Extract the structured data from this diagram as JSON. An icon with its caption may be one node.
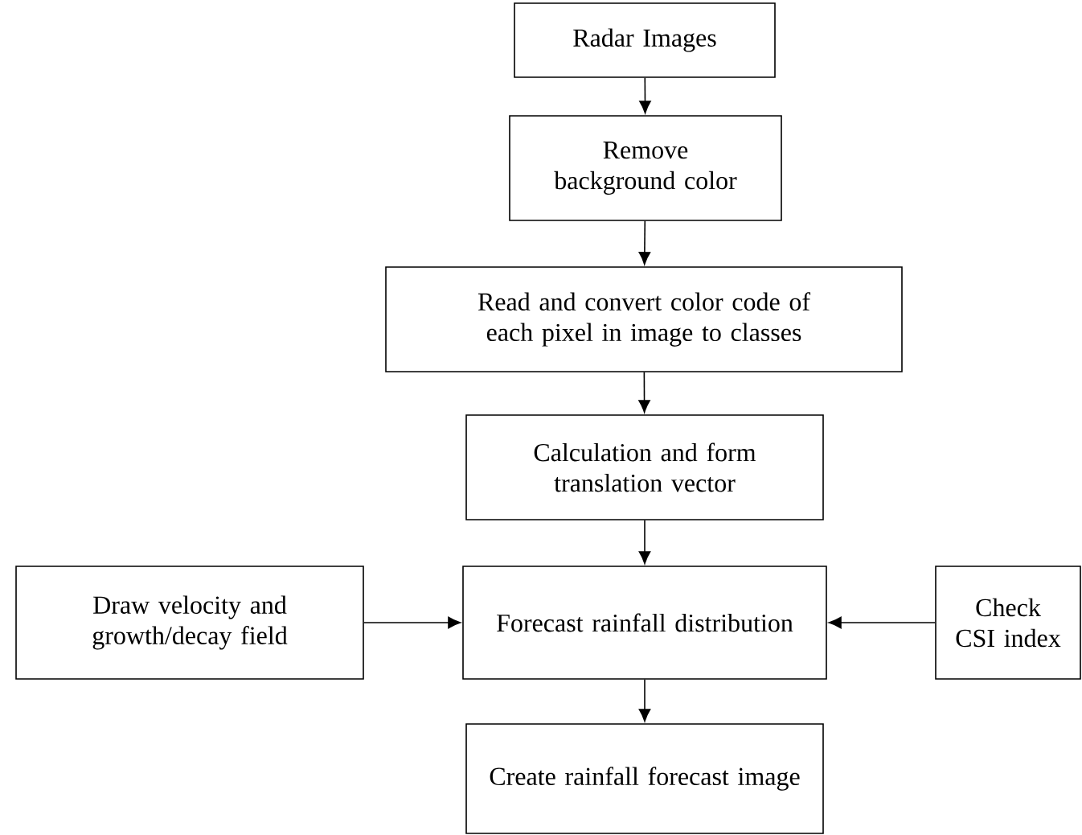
{
  "diagram": {
    "nodes": [
      {
        "text": [
          "Radar Images"
        ]
      },
      {
        "text": [
          "Remove background color"
        ]
      },
      {
        "text": [
          "Read and convert color code of each pixel in image to classes"
        ]
      },
      {
        "text": [
          "Calculation and form translation vector"
        ]
      },
      {
        "text": [
          "Forecast rainfall distribution"
        ]
      },
      {
        "text": [
          "Draw velocity and growth/decay field"
        ]
      },
      {
        "text": [
          "Check CSI index"
        ]
      },
      {
        "text": [
          "Create rainfall forecast image"
        ]
      }
    ],
    "edges": [
      {
        "from": 0,
        "to": 1,
        "arrow": "to"
      },
      {
        "from": 1,
        "to": 2,
        "arrow": "to"
      },
      {
        "from": 2,
        "to": 3,
        "arrow": "to"
      },
      {
        "from": 3,
        "to": 4,
        "arrow": "to"
      },
      {
        "from": 5,
        "to": 4,
        "arrow": "to"
      },
      {
        "from": 6,
        "to": 4,
        "arrow": "to"
      },
      {
        "from": 4,
        "to": 7,
        "arrow": "to"
      }
    ]
  }
}
